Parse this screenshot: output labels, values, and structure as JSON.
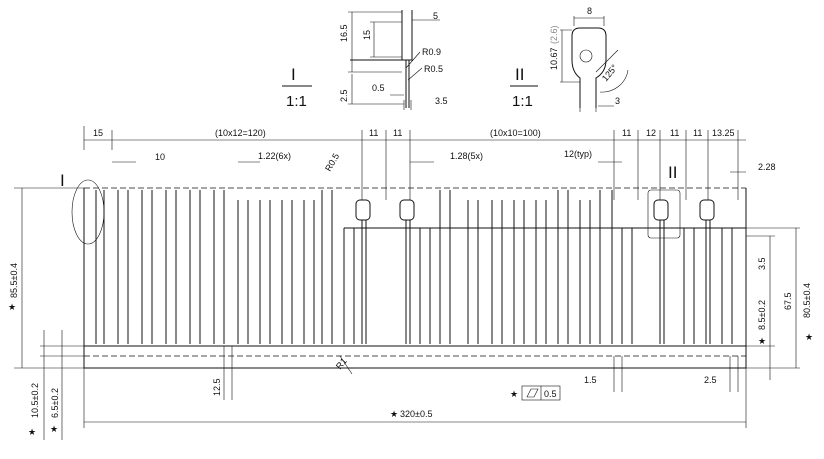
{
  "views": {
    "detail_I": {
      "label": "I",
      "scale": "1:1"
    },
    "detail_II": {
      "label": "II",
      "scale": "1:1"
    }
  },
  "detail_I_dims": {
    "d5": "5",
    "d16_5": "16.5",
    "d15": "15",
    "r0_9": "R0.9",
    "r0_5": "R0.5",
    "d2_5": "2.5",
    "d0_5": "0.5",
    "d3_5": "3.5"
  },
  "detail_II_dims": {
    "d8": "8",
    "d10_67": "10.67",
    "d10_67_ref": "(2.6)",
    "angle": "125°",
    "d3": "3"
  },
  "top_dims": {
    "d15": "15",
    "d10x12": "(10x12=120)",
    "d11a": "11",
    "d11b": "11",
    "d10x10": "(10x10=100)",
    "d11c": "11",
    "d12": "12",
    "d11d": "11",
    "d11e": "11",
    "d13_25": "13.25"
  },
  "second_dims": {
    "d10": "10",
    "d1_22": "1.22(6x)",
    "r0_5": "R0.5",
    "d1_28": "1.28(5x)",
    "d12typ": "12(typ)",
    "d2_28": "2.28"
  },
  "markers": {
    "I": "I",
    "II": "II"
  },
  "right_dims": {
    "d80_5": "80.5±0.4",
    "d67_5": "67.5",
    "d3_5": "3.5",
    "d8_5": "8.5±0.2"
  },
  "left_dims": {
    "d85_5": "85.5±0.4",
    "d10_5": "10.5±0.2",
    "d6_5": "6.5±0.2"
  },
  "bottom_dims": {
    "d12_5": "12.5",
    "r1": "R1",
    "flatness": "0.5",
    "d1_5": "1.5",
    "d2_5": "2.5",
    "overall": "320±0.5"
  },
  "star": "★"
}
